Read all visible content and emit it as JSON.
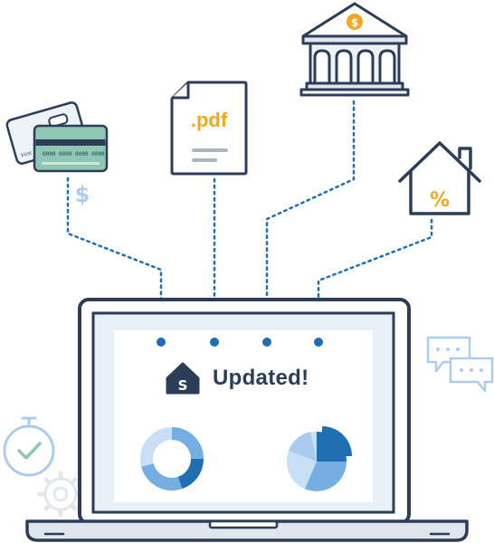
{
  "status": {
    "message": "Updated!"
  },
  "document": {
    "label": ".pdf"
  },
  "credit_card": {
    "number": "0000 0000 0000 0000",
    "back_name": "First"
  },
  "icons": {
    "dollar_glyph": "$",
    "bank_coin_glyph": "$",
    "percent_glyph": "%",
    "logo_letter": "S",
    "names": [
      "credit-card-icon",
      "pdf-file-icon",
      "bank-icon",
      "house-percent-icon",
      "laptop",
      "chat-bubbles-icon",
      "stopwatch-check-icon",
      "gear-icon"
    ]
  },
  "colors": {
    "navy": "#2c3e57",
    "blue_dots": "#1f6fb2",
    "orange": "#f0a820",
    "teal_card": "#8fc7b5",
    "light_blue": "#aaccf0",
    "screen_bg": "#e8f0f8"
  }
}
